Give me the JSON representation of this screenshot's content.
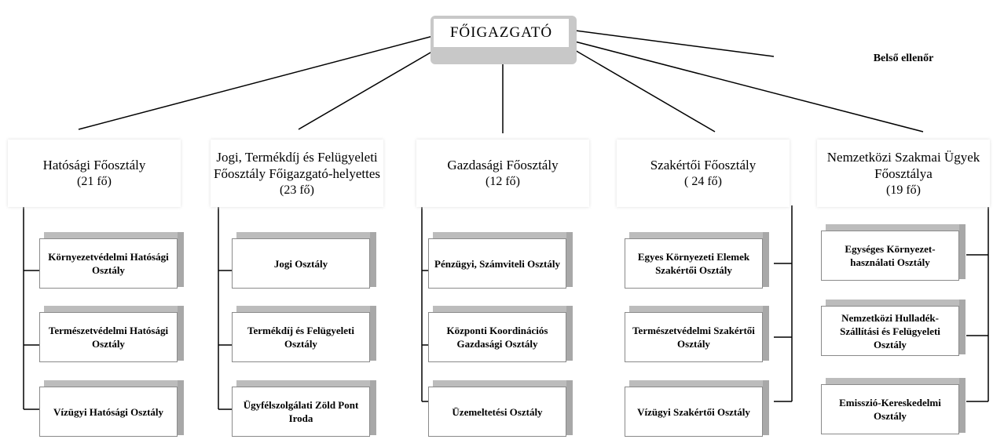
{
  "top": {
    "title": "FŐIGAZGATÓ",
    "side": "Belső ellenőr"
  },
  "departments": [
    {
      "name": "Hatósági Főosztály",
      "count": "(21 fő)",
      "units": [
        "Környezetvédelmi Hatósági Osztály",
        "Természetvédelmi Hatósági Osztály",
        "Vízügyi Hatósági Osztály"
      ]
    },
    {
      "name": "Jogi, Termékdíj és Felügyeleti Főosztály Főigazgató-helyettes",
      "count": "(23 fő)",
      "units": [
        "Jogi Osztály",
        "Termékdíj és Felügyeleti Osztály",
        "Ügyfélszolgálati Zöld Pont Iroda"
      ]
    },
    {
      "name": "Gazdasági Főosztály",
      "count": "(12 fő)",
      "units": [
        "Pénzügyi, Számviteli Osztály",
        "Központi Koordinációs Gazdasági Osztály",
        "Üzemeltetési Osztály"
      ]
    },
    {
      "name": "Szakértői Főosztály",
      "count": "( 24 fő)",
      "units": [
        "Egyes Környezeti Elemek Szakértői Osztály",
        "Természetvédelmi Szakértői Osztály",
        "Vízügyi Szakértői Osztály"
      ]
    },
    {
      "name": "Nemzetközi Szakmai Ügyek Főosztálya",
      "count": "(19 fő)",
      "units": [
        "Egységes Környezet-használati Osztály",
        "Nemzetközi Hulladék-Szállítási és Felügyeleti Osztály",
        "Emisszió-Kereskedelmi Osztály"
      ]
    }
  ]
}
